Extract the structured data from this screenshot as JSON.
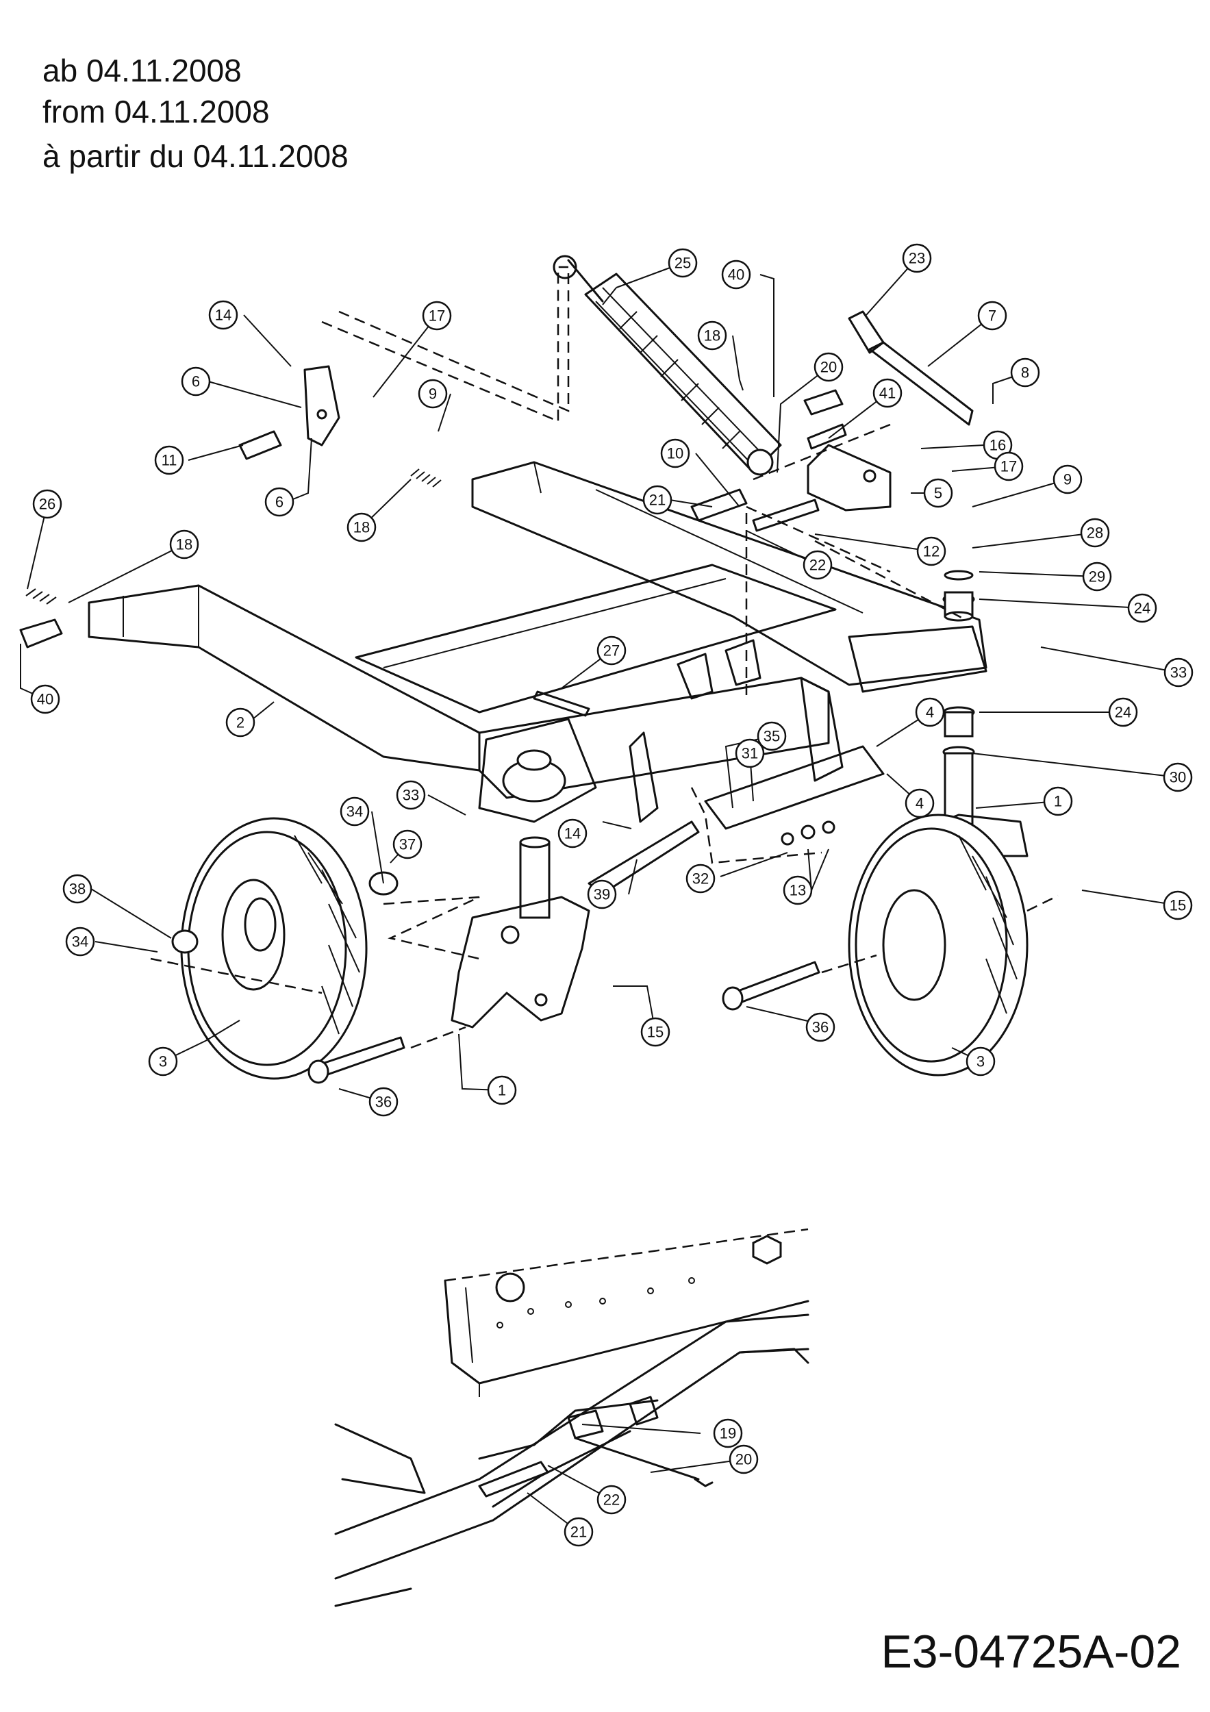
{
  "header": {
    "line1": "ab 04.11.2008",
    "line2": "from 04.11.2008",
    "line3": "à partir du 04.11.2008"
  },
  "document_id": "E3-04725A-02",
  "callouts": [
    {
      "label": "25"
    },
    {
      "label": "23"
    },
    {
      "label": "14"
    },
    {
      "label": "17"
    },
    {
      "label": "40"
    },
    {
      "label": "7"
    },
    {
      "label": "18"
    },
    {
      "label": "20"
    },
    {
      "label": "6"
    },
    {
      "label": "8"
    },
    {
      "label": "9"
    },
    {
      "label": "41"
    },
    {
      "label": "11"
    },
    {
      "label": "10"
    },
    {
      "label": "16"
    },
    {
      "label": "17"
    },
    {
      "label": "6"
    },
    {
      "label": "9"
    },
    {
      "label": "5"
    },
    {
      "label": "26"
    },
    {
      "label": "18"
    },
    {
      "label": "21"
    },
    {
      "label": "28"
    },
    {
      "label": "18"
    },
    {
      "label": "12"
    },
    {
      "label": "22"
    },
    {
      "label": "29"
    },
    {
      "label": "24"
    },
    {
      "label": "33"
    },
    {
      "label": "27"
    },
    {
      "label": "40"
    },
    {
      "label": "2"
    },
    {
      "label": "4"
    },
    {
      "label": "24"
    },
    {
      "label": "35"
    },
    {
      "label": "31"
    },
    {
      "label": "30"
    },
    {
      "label": "33"
    },
    {
      "label": "1"
    },
    {
      "label": "4"
    },
    {
      "label": "34"
    },
    {
      "label": "14"
    },
    {
      "label": "37"
    },
    {
      "label": "38"
    },
    {
      "label": "32"
    },
    {
      "label": "39"
    },
    {
      "label": "13"
    },
    {
      "label": "15"
    },
    {
      "label": "34"
    },
    {
      "label": "36"
    },
    {
      "label": "15"
    },
    {
      "label": "3"
    },
    {
      "label": "3"
    },
    {
      "label": "1"
    },
    {
      "label": "36"
    },
    {
      "label": "19"
    },
    {
      "label": "20"
    },
    {
      "label": "22"
    },
    {
      "label": "21"
    }
  ]
}
